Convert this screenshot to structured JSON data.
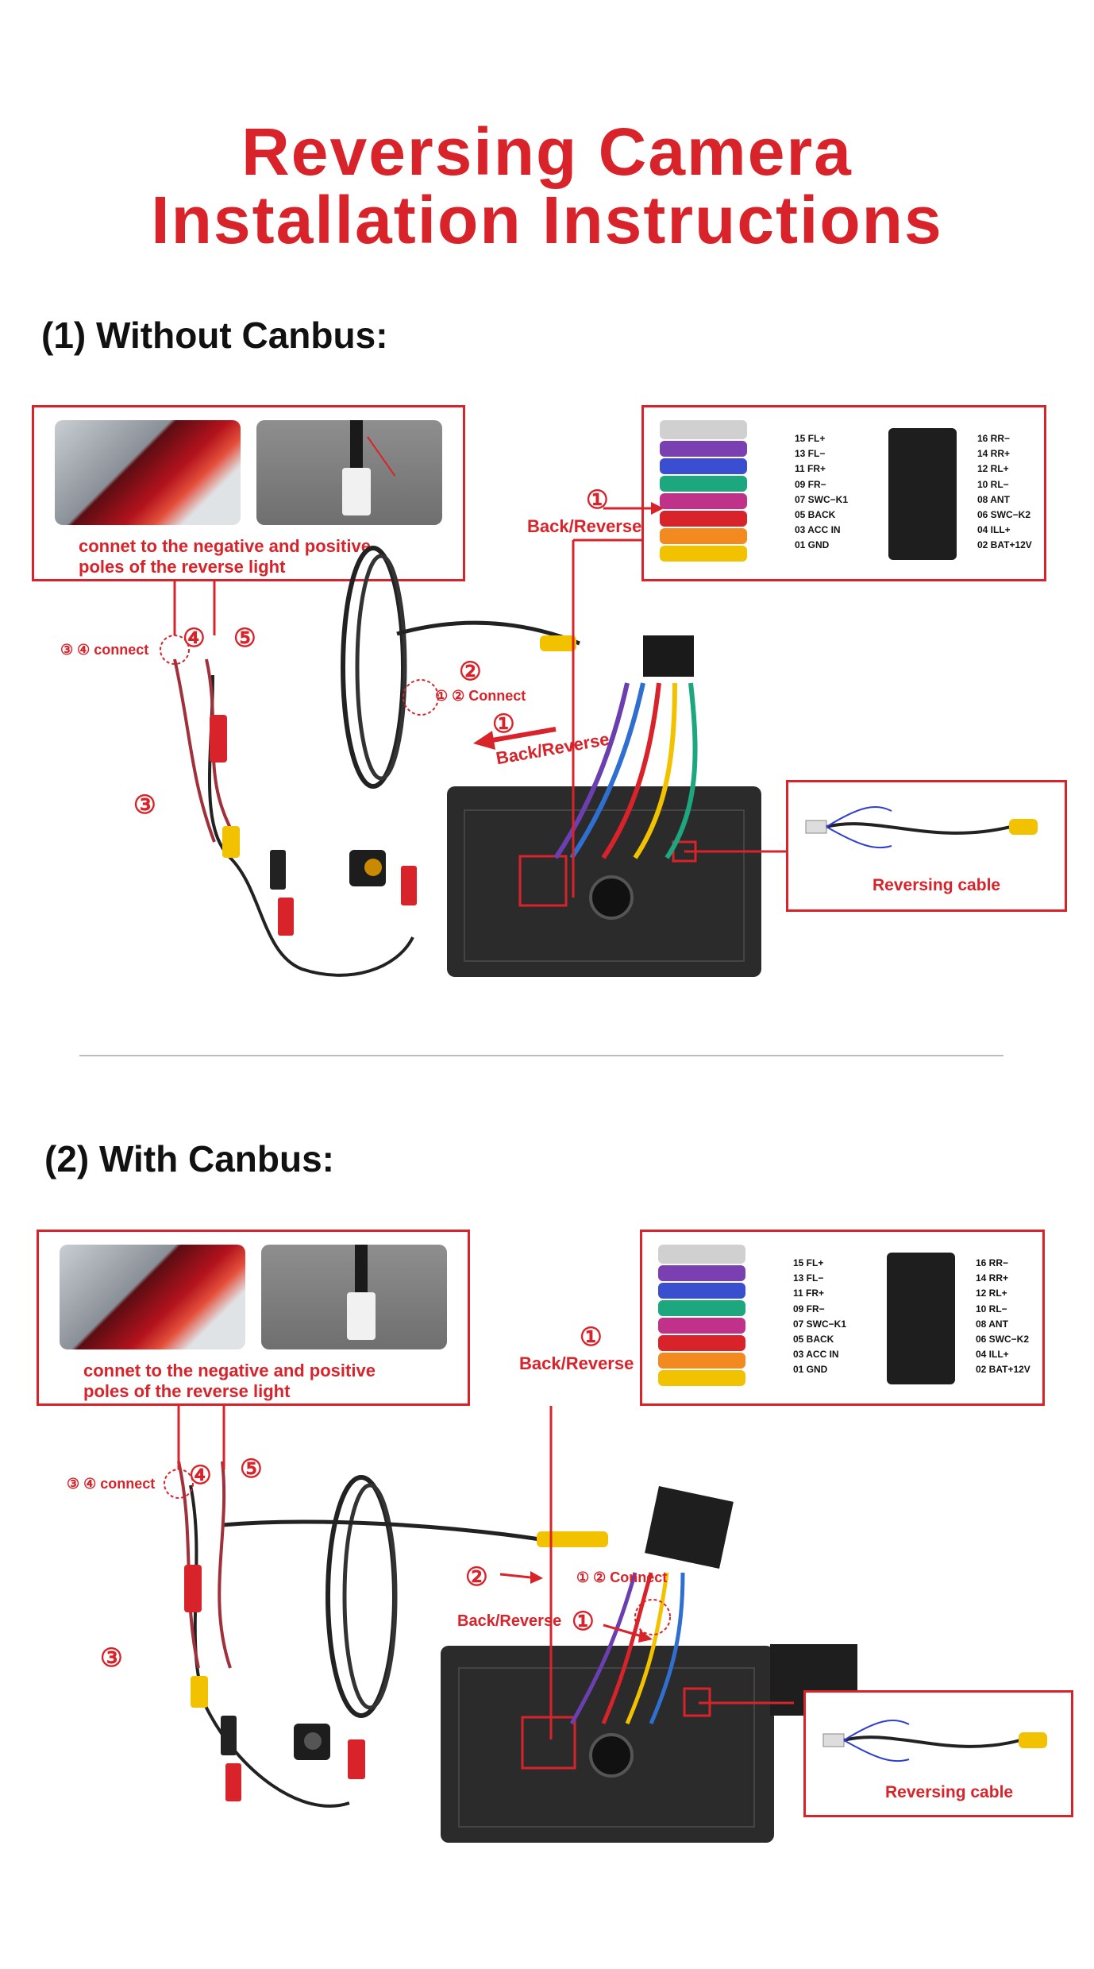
{
  "title": {
    "line1": "Reversing Camera",
    "line2": "Installation Instructions"
  },
  "sections": [
    {
      "heading": "(1) Without Canbus:",
      "reverse_light_note": {
        "line1": "connet to the negative and positive",
        "line2": "poles of the reverse light"
      },
      "label_back_reverse_top": "Back/Reverse",
      "label_back_reverse_diag": "Back/Reverse",
      "label_34_connect": "③ ④ connect",
      "label_12_connect": "① ② Connect",
      "num_1": "①",
      "num_2": "②",
      "num_3": "③",
      "num_4": "④",
      "num_5": "⑤",
      "reversing_cable": "Reversing cable"
    },
    {
      "heading": "(2) With Canbus:",
      "reverse_light_note": {
        "line1": "connet to the negative and positive",
        "line2": "poles of the reverse light"
      },
      "label_back_reverse_top": "Back/Reverse",
      "label_back_reverse_diag": "Back/Reverse",
      "label_34_connect": "③ ④ connect",
      "label_12_connect": "① ② Connect",
      "num_1": "①",
      "num_2": "②",
      "num_3": "③",
      "num_4": "④",
      "num_5": "⑤",
      "reversing_cable": "Reversing cable"
    }
  ],
  "pinout": {
    "left": [
      "15 FL+",
      "13 FL−",
      "11 FR+",
      "09 FR−",
      "07 SWC−K1",
      "05 BACK",
      "03 ACC IN",
      "01 GND"
    ],
    "right": [
      "16 RR−",
      "14 RR+",
      "12 RL+",
      "10 RL−",
      "08 ANT",
      "06 SWC−K2",
      "04 ILL+",
      "02 BAT+12V"
    ]
  },
  "colors": {
    "accent": "#d8232a",
    "wire_yellow": "#f2c200",
    "wire_dark": "#222222"
  }
}
